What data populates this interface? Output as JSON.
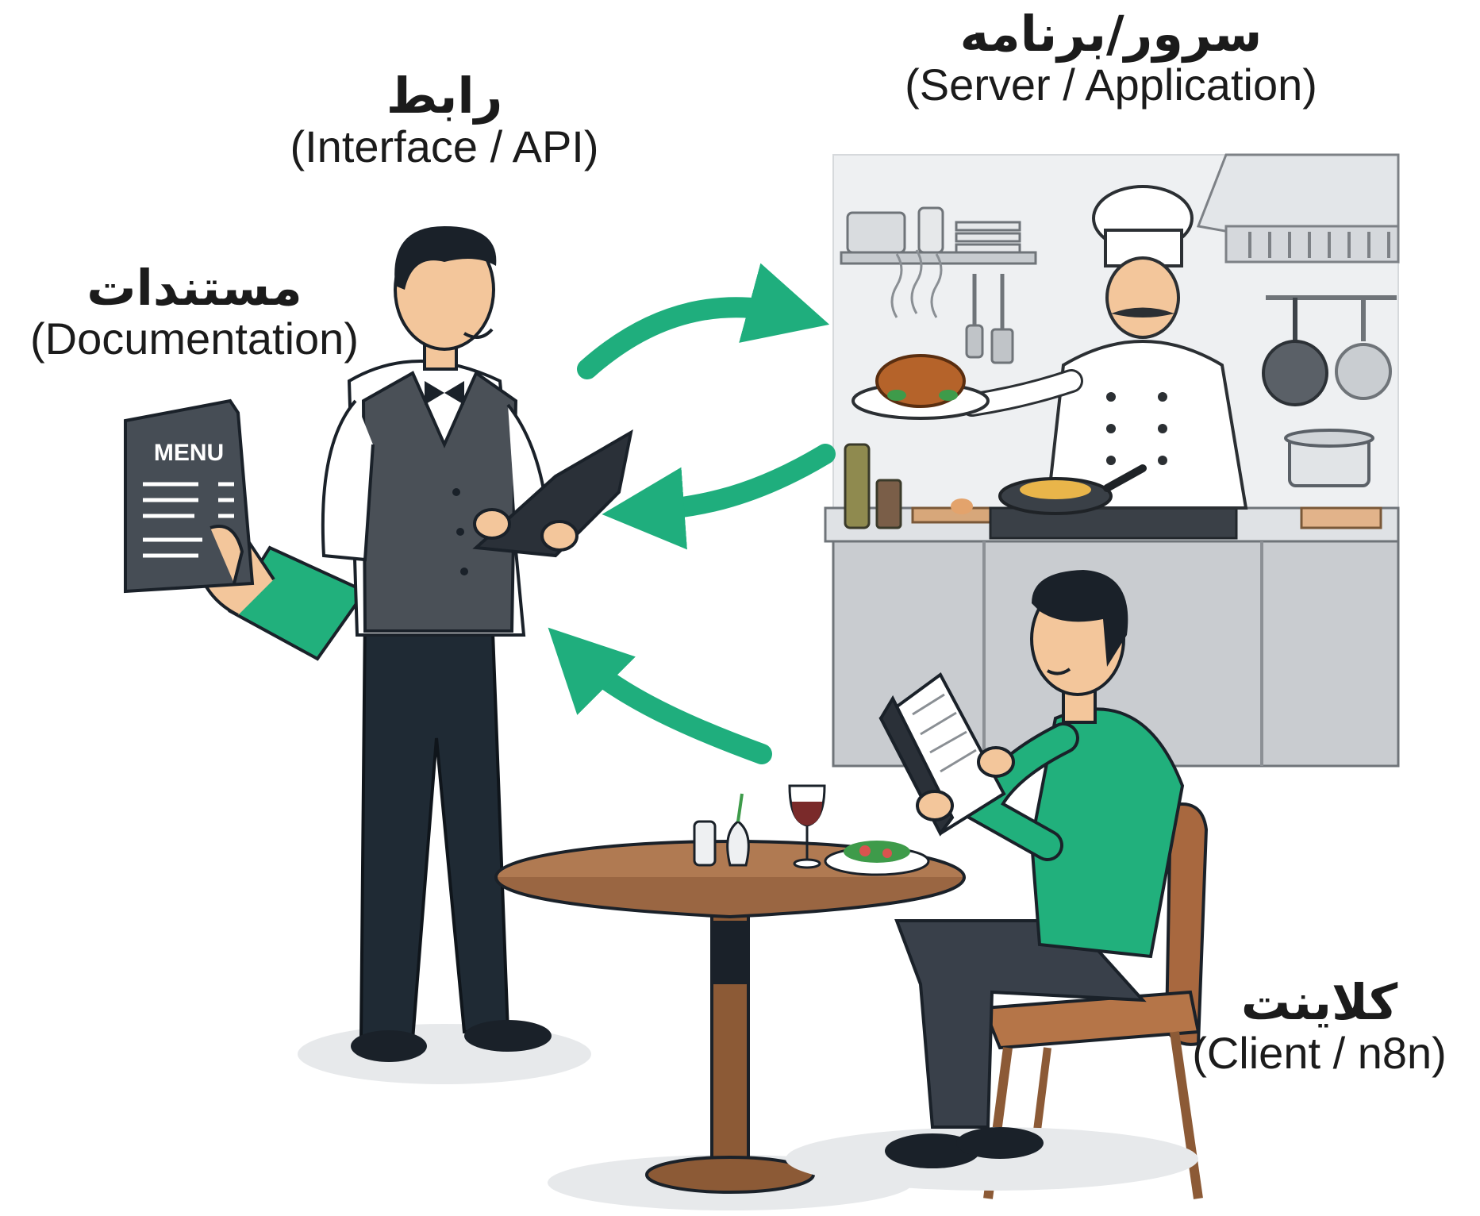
{
  "labels": {
    "interface": {
      "fa": "رابط",
      "en": "(Interface / API)"
    },
    "server": {
      "fa": "سرور/برنامه",
      "en": "(Server / Application)"
    },
    "documentation": {
      "fa": "مستندات",
      "en": "(Documentation)"
    },
    "client": {
      "fa": "کلاینت",
      "en": "(Client / n8n)"
    }
  },
  "menu_card": {
    "title": "MENU"
  },
  "colors": {
    "arrow": "#1fae7d",
    "client_shirt": "#21b07c",
    "waiter_vest": "#4a5057",
    "waiter_pants": "#1f2a34",
    "table_wood": "#b07a52",
    "kitchen_gray": "#c9ccd0",
    "outline": "#1a2129"
  },
  "icons": [
    "menu-card-icon",
    "chef-hat-icon",
    "roast-chicken-icon",
    "frying-pan-icon",
    "wine-glass-icon",
    "salt-shaker-icon"
  ]
}
